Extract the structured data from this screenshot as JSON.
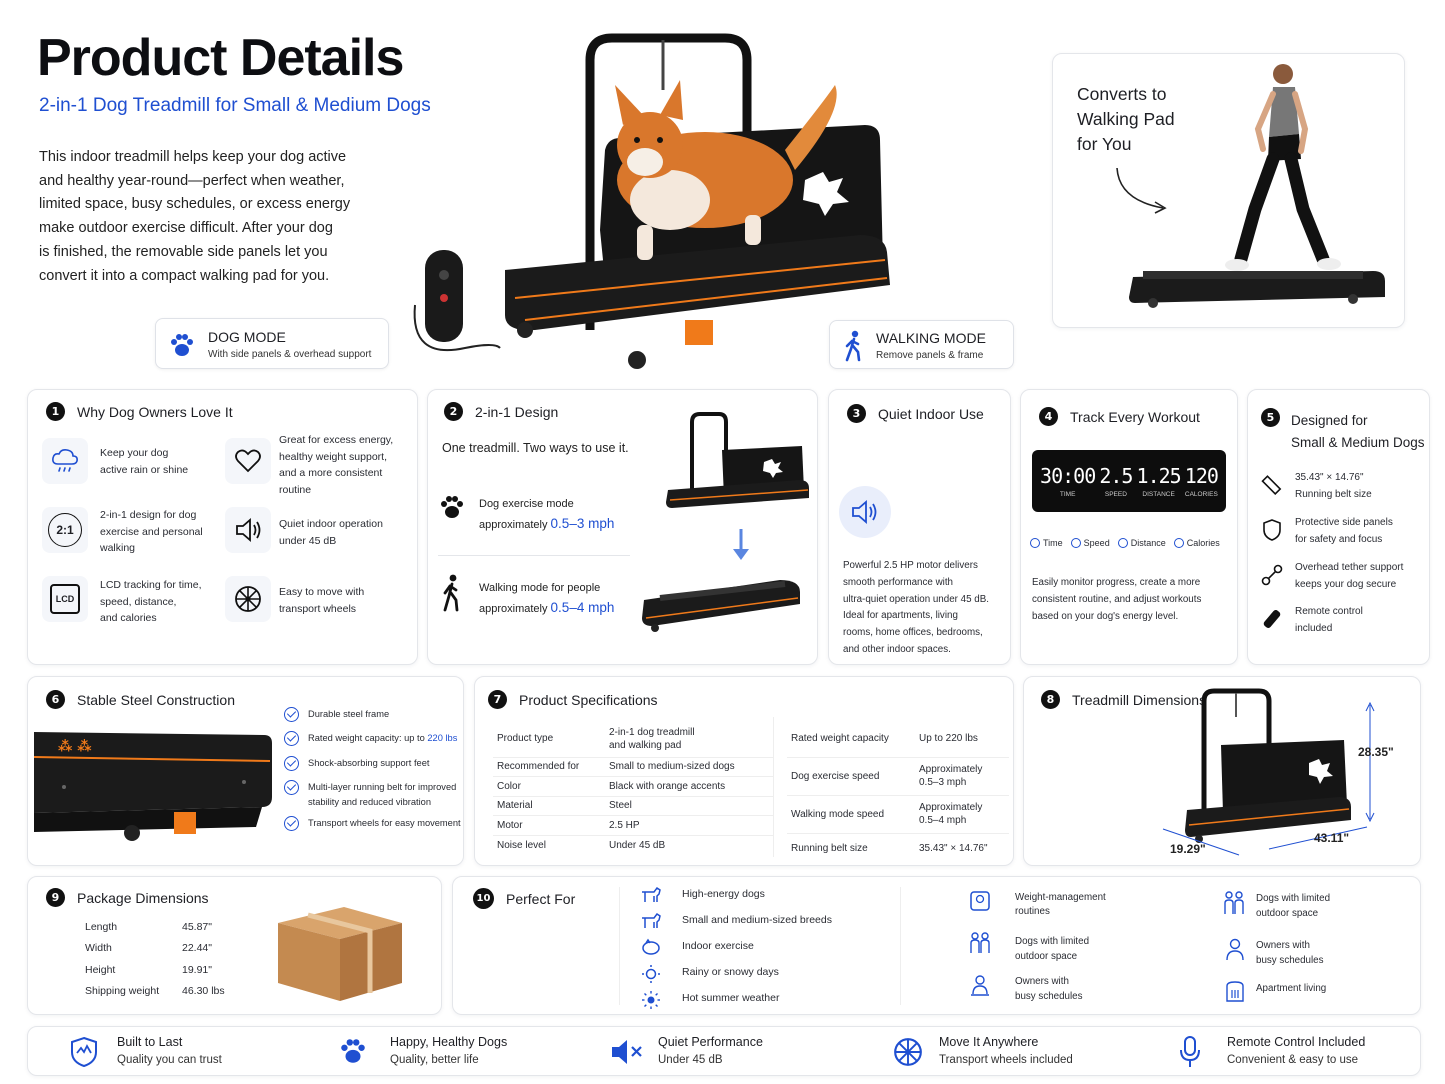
{
  "header": {
    "title": "Product Details",
    "subtitle": "2-in-1 Dog Treadmill for Small & Medium Dogs",
    "intro": [
      "This indoor treadmill helps keep your dog active",
      "and healthy year-round—perfect when weather,",
      "limited space, busy schedules, or excess energy",
      "make outdoor exercise difficult. After your dog",
      "is finished, the removable side panels let you",
      "convert it into a compact walking pad for you."
    ]
  },
  "modes": {
    "dog": {
      "title": "DOG MODE",
      "sub": "With side panels & overhead support"
    },
    "walking": {
      "title": "WALKING MODE",
      "sub": "Remove panels & frame"
    }
  },
  "converts": [
    "Converts to",
    "Walking Pad",
    "for You"
  ],
  "section1": {
    "num": "1",
    "title": "Why Dog Owners Love It",
    "items": [
      {
        "icon": "rain-cloud-icon",
        "lines": [
          "Keep your dog",
          "active rain or shine"
        ]
      },
      {
        "icon": "heart-icon",
        "lines": [
          "Great for excess energy,",
          "healthy weight support,",
          "and a more consistent",
          "routine"
        ]
      },
      {
        "icon": "two-in-one-icon",
        "badge": "2:1",
        "lines": [
          "2-in-1 design for dog",
          "exercise and personal",
          "walking"
        ]
      },
      {
        "icon": "speaker-icon",
        "lines": [
          "Quiet indoor operation",
          "under 45 dB"
        ]
      },
      {
        "icon": "lcd-icon",
        "badge": "LCD",
        "lines": [
          "LCD tracking for time,",
          "speed, distance,",
          "and calories"
        ]
      },
      {
        "icon": "wheel-icon",
        "lines": [
          "Easy to move with",
          "transport wheels"
        ]
      }
    ]
  },
  "section2": {
    "num": "2",
    "title": "2-in-1 Design",
    "lead": "One treadmill. Two ways to use it.",
    "dog_line1": "Dog exercise mode",
    "dog_line2": "approximately",
    "dog_speed": "0.5–3 mph",
    "walk_line1": "Walking mode for people",
    "walk_line2": "approximately",
    "walk_speed": "0.5–4 mph"
  },
  "section3": {
    "num": "3",
    "title": "Quiet Indoor Use",
    "lines": [
      "Powerful 2.5 HP motor delivers",
      "smooth performance with",
      "ultra-quiet operation under 45 dB.",
      "Ideal for apartments, living",
      "rooms, home offices, bedrooms,",
      "and other indoor spaces."
    ]
  },
  "section4": {
    "num": "4",
    "title": "Track Every Workout",
    "display": [
      {
        "v": "30:00",
        "l": "TIME"
      },
      {
        "v": "2.5",
        "l": "SPEED"
      },
      {
        "v": "1.25",
        "l": "DISTANCE"
      },
      {
        "v": "120",
        "l": "CALORIES"
      }
    ],
    "legend": [
      "Time",
      "Speed",
      "Distance",
      "Calories"
    ],
    "lines": [
      "Easily monitor progress, create a more",
      "consistent routine, and adjust workouts",
      "based on your dog's energy level."
    ]
  },
  "section5": {
    "num": "5",
    "title1": "Designed for",
    "title2": "Small & Medium Dogs",
    "items": [
      {
        "icon": "ruler-icon",
        "lines": [
          "35.43\" × 14.76\"",
          "Running belt size"
        ]
      },
      {
        "icon": "shield-icon",
        "lines": [
          "Protective side panels",
          "for safety and focus"
        ]
      },
      {
        "icon": "leash-icon",
        "lines": [
          "Overhead tether support",
          "keeps your dog secure"
        ]
      },
      {
        "icon": "remote-icon",
        "lines": [
          "Remote control",
          "included"
        ]
      }
    ]
  },
  "section6": {
    "num": "6",
    "title": "Stable Steel Construction",
    "checks": [
      {
        "text": "Durable steel frame"
      },
      {
        "text": "Rated weight capacity: up to ",
        "hl": "220 lbs"
      },
      {
        "text": "Shock-absorbing support feet"
      },
      {
        "text": "Multi-layer running belt for improved",
        "text2": "stability and reduced vibration"
      },
      {
        "text": "Transport wheels for easy movement"
      }
    ]
  },
  "section7": {
    "num": "7",
    "title": "Product Specifications",
    "left": [
      [
        "Product type",
        "2-in-1 dog treadmill",
        "and walking pad"
      ],
      [
        "Recommended for",
        "Small to medium-sized dogs",
        ""
      ],
      [
        "Color",
        "Black with orange accents",
        ""
      ],
      [
        "Material",
        "Steel",
        ""
      ],
      [
        "Motor",
        "2.5 HP",
        ""
      ],
      [
        "Noise level",
        "Under 45 dB",
        ""
      ]
    ],
    "right": [
      [
        "Rated weight capacity",
        "Up to 220 lbs",
        ""
      ],
      [
        "Dog exercise speed",
        "Approximately",
        "0.5–3 mph"
      ],
      [
        "Walking mode speed",
        "Approximately",
        "0.5–4 mph"
      ],
      [
        "Running belt size",
        "35.43\" × 14.76\"",
        ""
      ]
    ]
  },
  "section8": {
    "num": "8",
    "title": "Treadmill Dimensions",
    "height": "28.35\"",
    "length": "43.11\"",
    "width": "19.29\""
  },
  "section9": {
    "num": "9",
    "title": "Package Dimensions",
    "rows": [
      [
        "Length",
        "45.87\""
      ],
      [
        "Width",
        "22.44\""
      ],
      [
        "Height",
        "19.91\""
      ],
      [
        "Shipping weight",
        "46.30 lbs"
      ]
    ]
  },
  "section10": {
    "num": "10",
    "title": "Perfect For",
    "col1": [
      {
        "icon": "dog-icon",
        "text": "High-energy dogs"
      },
      {
        "icon": "dog-small-icon",
        "text": "Small and medium-sized breeds"
      },
      {
        "icon": "piggy-icon",
        "text": "Indoor exercise"
      },
      {
        "icon": "sun-rain-icon",
        "text": "Rainy or snowy days"
      },
      {
        "icon": "sun-icon",
        "text": "Hot summer weather"
      }
    ],
    "col2": [
      {
        "icon": "scale-icon",
        "lines": [
          "Weight-management",
          "routines"
        ]
      },
      {
        "icon": "family-icon",
        "lines": [
          "Dogs with limited",
          "outdoor space"
        ]
      },
      {
        "icon": "person-desk-icon",
        "lines": [
          "Owners with",
          "busy schedules"
        ]
      }
    ],
    "col3": [
      {
        "icon": "people-icon",
        "lines": [
          "Dogs with limited",
          "outdoor space"
        ]
      },
      {
        "icon": "person-icon",
        "lines": [
          "Owners with",
          "busy schedules"
        ]
      },
      {
        "icon": "building-icon",
        "lines": [
          "Apartment living"
        ]
      }
    ]
  },
  "footer": [
    {
      "icon": "shield-badge-icon",
      "title": "Built to Last",
      "sub": "Quality you can trust"
    },
    {
      "icon": "paw-icon",
      "title": "Happy, Healthy Dogs",
      "sub": "Quality, better life"
    },
    {
      "icon": "mute-icon",
      "title": "Quiet Performance",
      "sub": "Under 45 dB"
    },
    {
      "icon": "wheel-icon",
      "title": "Move It Anywhere",
      "sub": "Transport wheels included"
    },
    {
      "icon": "microphone-icon",
      "title": "Remote Control Included",
      "sub": "Convenient & easy to use"
    }
  ],
  "colors": {
    "accent": "#1f4fd1",
    "dark": "#1e1f24",
    "orange": "#f07a1a"
  }
}
